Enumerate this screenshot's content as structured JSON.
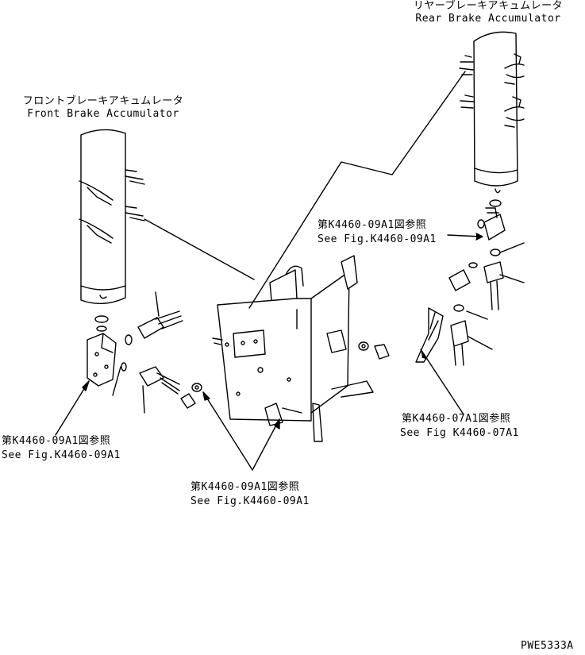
{
  "labels": {
    "rear_jp": "リヤーブレーキアキュムレータ",
    "rear_en": "Rear Brake Accumulator",
    "front_jp": "フロントブレーキアキュムレータ",
    "front_en": "Front Brake Accumulator",
    "ref_right_top_jp": "第K4460-09A1図参照",
    "ref_right_top_en": "See Fig.K4460-09A1",
    "ref_right_bottom_jp": "第K4460-07A1図参照",
    "ref_right_bottom_en": "See Fig K4460-07A1",
    "ref_left_jp": "第K4460-09A1図参照",
    "ref_left_en": "See Fig.K4460-09A1",
    "ref_center_jp": "第K4460-09A1図参照",
    "ref_center_en": "See Fig.K4460-09A1",
    "drawing_code": "PWE5333A"
  }
}
